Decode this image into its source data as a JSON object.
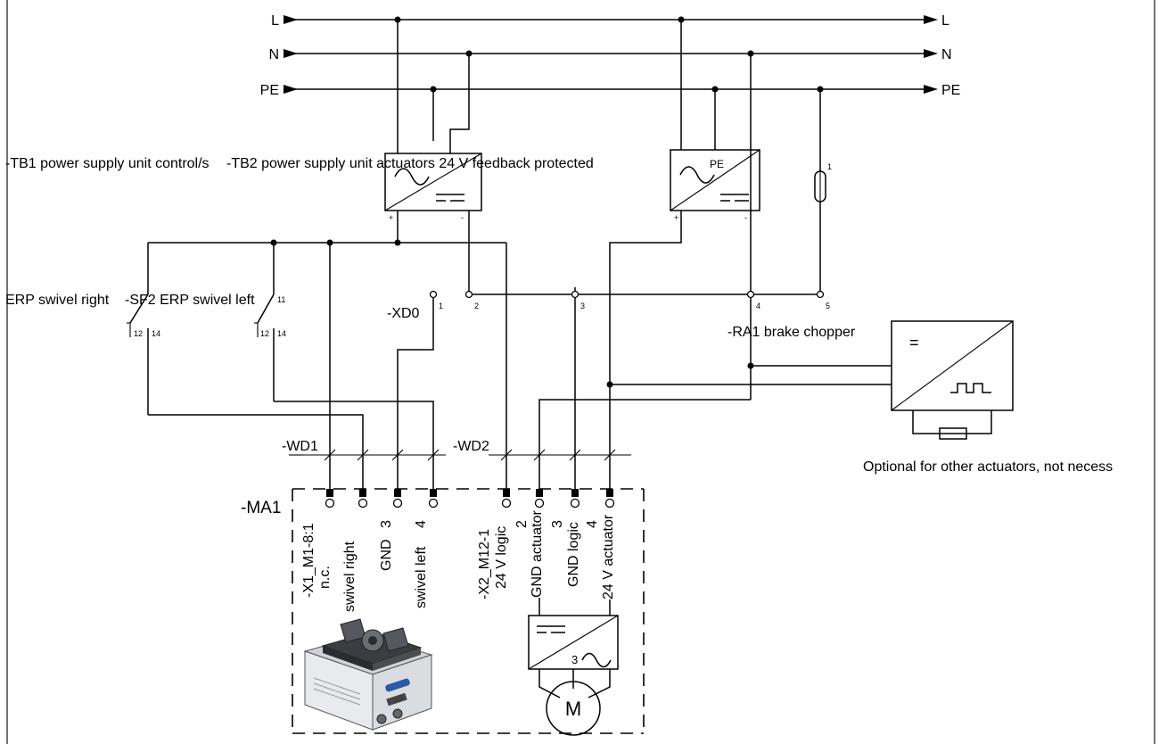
{
  "rails": {
    "l_in": "L",
    "l_out": "L",
    "n_in": "N",
    "n_out": "N",
    "pe_in": "PE",
    "pe_out": "PE"
  },
  "labels": {
    "tb1": "-TB1 power supply unit control/s",
    "tb2": "-TB2 power supply unit actuators 24 V feedback protected",
    "tb2_pe": "PE",
    "tb1_plus": "+",
    "tb1_minus": "-",
    "tb2_plus": "+",
    "tb2_minus": "-",
    "fuse_pin": "1",
    "erp_right": "ERP swivel right",
    "erp_left": "-SF2 ERP swivel left",
    "sw_11": "11",
    "sw1_12": "12",
    "sw1_14": "14",
    "sw2_12": "12",
    "sw2_14": "14",
    "xd0": "-XD0",
    "xd0_pins": [
      "1",
      "2",
      "3",
      "4",
      "5"
    ],
    "ra1": "-RA1 brake chopper",
    "ra1_eq": "=",
    "optional": "Optional for other actuators, not necess",
    "wd1": "-WD1",
    "wd2": "-WD2",
    "ma1": "-MA1",
    "x1_conn": "-X1_M1-8:1",
    "x1_pins": [
      {
        "num": "",
        "name": "n.c."
      },
      {
        "num": "",
        "name": "swivel right"
      },
      {
        "num": "3",
        "name": "GND"
      },
      {
        "num": "4",
        "name": "swivel left"
      }
    ],
    "x2_conn": "-X2_M12-1",
    "x2_pins": [
      {
        "num": "",
        "name": "24 V logic"
      },
      {
        "num": "2",
        "name": "GND actuator"
      },
      {
        "num": "3",
        "name": "GND logic"
      },
      {
        "num": "4",
        "name": "24 V actuator"
      }
    ],
    "conv_phase": "3",
    "motor": "M"
  },
  "colors": {
    "line": "#000000",
    "background": "#ffffff",
    "device_body": "#e8eaed",
    "device_dark": "#3a3d42",
    "device_badge": "#2a5aa8"
  },
  "icons": [
    "arrow-right-icon",
    "sine-wave-icon",
    "dc-symbol-icon",
    "fuse-icon",
    "switch-contact-icon",
    "pulse-wave-icon",
    "resistor-icon",
    "motor-icon",
    "gripper-module-image"
  ]
}
